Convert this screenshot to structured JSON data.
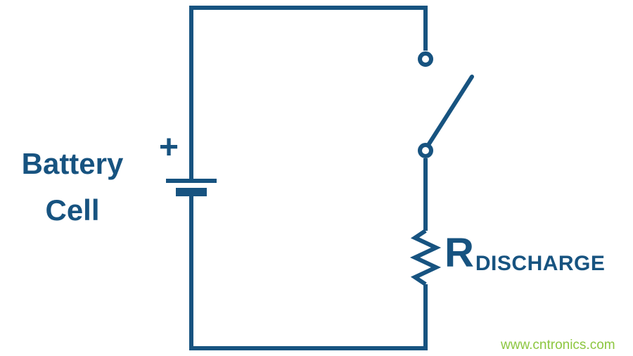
{
  "colors": {
    "circuit": "#175380",
    "watermark": "#8CC63F",
    "background": "#FFFFFF"
  },
  "labels": {
    "battery_line1": "Battery",
    "battery_line2": "Cell",
    "battery_polarity": "+",
    "resistor_symbol": "R",
    "resistor_subscript": "DISCHARGE"
  },
  "watermark": {
    "text": "www.cntronics.com"
  },
  "components": [
    {
      "name": "battery-cell-symbol"
    },
    {
      "name": "open-switch-symbol"
    },
    {
      "name": "discharge-resistor-symbol"
    }
  ]
}
